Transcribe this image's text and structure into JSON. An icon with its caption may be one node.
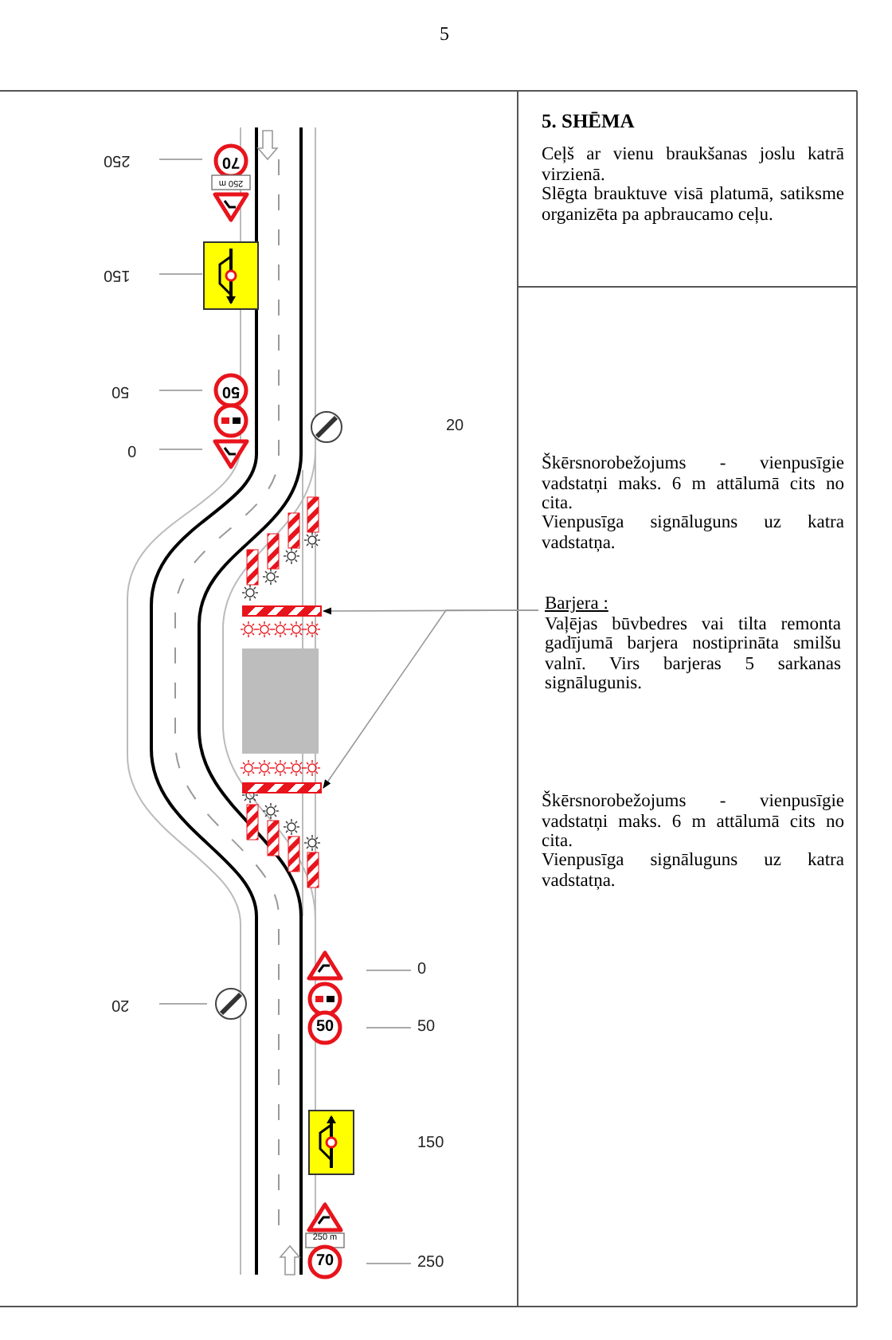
{
  "diagram": {
    "title": "5. SHĒMA",
    "nodes": [
      {
        "text": [
          "Barjera :",
          "Vaļējas būvbedres vai tilta remonta gadījumā barjera nostiprināta smilšu valnī. Virs barjeras 5 sarkanas signālugunis."
        ]
      },
      {
        "text": [],
        "shape": "bar"
      },
      {
        "text": [],
        "shape": "bar"
      }
    ],
    "edges": [
      {
        "from": 0,
        "to": 1,
        "arrow": "to"
      },
      {
        "from": 0,
        "to": 2,
        "arrow": "to"
      }
    ],
    "labels": [
      "5",
      "Ceļš ar vienu braukšanas joslu katrā virzienā.",
      "Slēgta brauktuve visā platumā, satiksme organizēta pa apbraucamo ceļu.",
      "250",
      "70",
      "250 m",
      "150",
      "50",
      "50",
      "0",
      "20",
      "Škērsnorobežojums - vienpusīgie vadstatņi maks. 6 m attālumā cits no cita.",
      "Vienpusīga signāluguns uz katra vadstatņa.",
      "Škērsnorobežojums - vienpusīgie vadstatņi maks. 6 m attālumā cits no cita.",
      "Vienpusīga signāluguns uz katra vadstatņa.",
      "0",
      "20",
      "50",
      "50",
      "150",
      "250 m",
      "70",
      "250"
    ]
  }
}
